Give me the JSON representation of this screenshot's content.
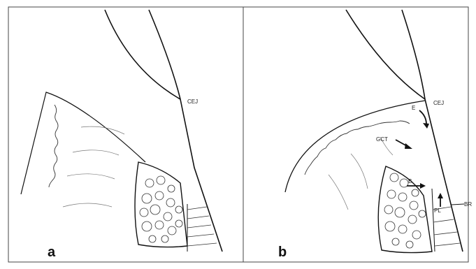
{
  "figure": {
    "panel_a": {
      "letter": "a",
      "labels": {
        "cej": "CEJ"
      }
    },
    "panel_b": {
      "letter": "b",
      "labels": {
        "cej": "CEJ",
        "e": "E",
        "gct": "GCT",
        "b": "B",
        "pl": "PL",
        "br": "BR"
      }
    }
  }
}
